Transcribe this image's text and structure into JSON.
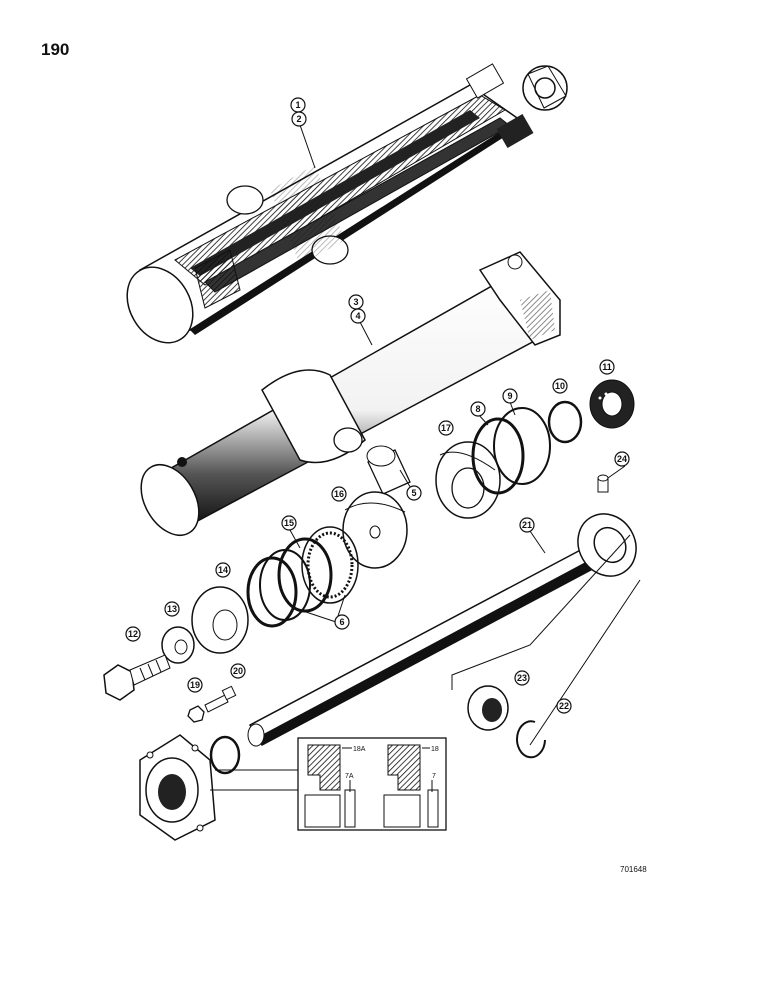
{
  "page_number": "190",
  "drawing_code": "701648",
  "callouts": {
    "c1": "1",
    "c2": "2",
    "c3": "3",
    "c4": "4",
    "c5": "5",
    "c6": "6",
    "c8": "8",
    "c9": "9",
    "c10": "10",
    "c11": "11",
    "c12": "12",
    "c13": "13",
    "c14": "14",
    "c15": "15",
    "c16": "16",
    "c17": "17",
    "c19": "19",
    "c20": "20",
    "c21": "21",
    "c22": "22",
    "c23": "23",
    "c24": "24"
  },
  "inset_labels": {
    "l18a": "18A",
    "l18": "18",
    "l7a": "7A",
    "l7": "7"
  }
}
